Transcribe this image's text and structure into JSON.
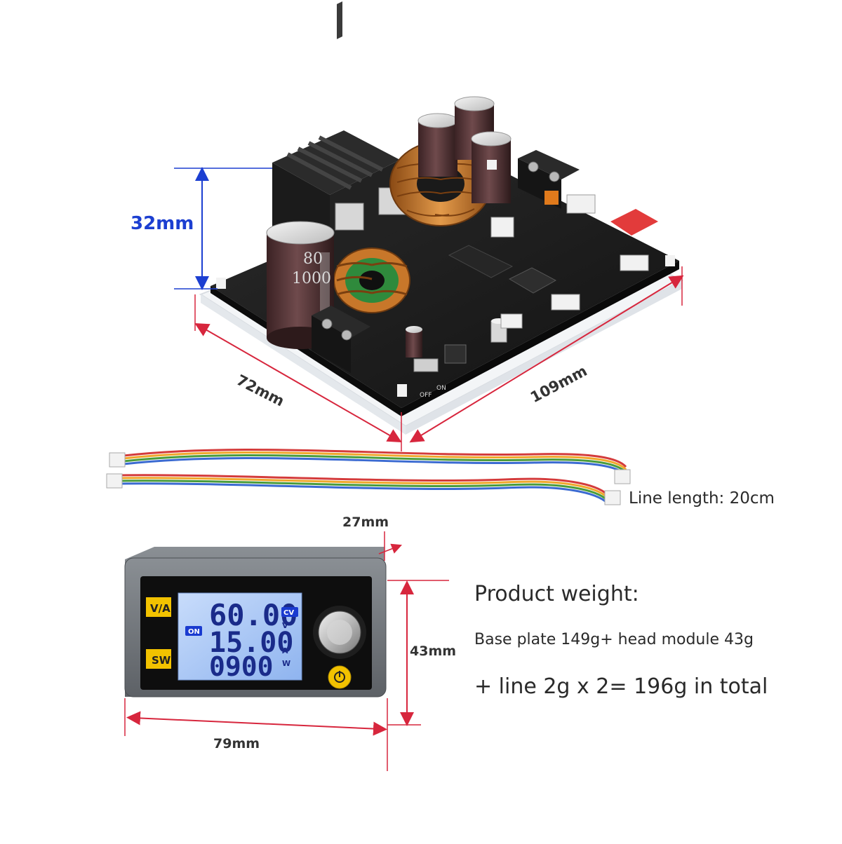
{
  "dimensions": {
    "height": "32mm",
    "width": "72mm",
    "length": "109mm",
    "module_depth": "27mm",
    "module_height": "43mm",
    "module_width": "79mm"
  },
  "board": {
    "capacitor_large": [
      "80",
      "1000"
    ],
    "switch_labels": [
      "OFF",
      "ON"
    ]
  },
  "cable": {
    "label": "Line length: 20cm"
  },
  "module": {
    "btn_va": "V/A",
    "btn_sw": "SW",
    "on_badge": "ON",
    "cv_badge": "CV",
    "readout_voltage": "60.00",
    "readout_current": "15.00",
    "readout_power": "0900",
    "unit_v": "V",
    "unit_a": "A",
    "unit_w": "W"
  },
  "weight": {
    "title": "Product weight:",
    "line1": "Base plate 149g+ head module 43g",
    "line2": "+ line 2g x 2= 196g in total"
  },
  "colors": {
    "dimension_blue": "#1c3fd1",
    "dimension_red": "#d7263d",
    "pcb": "#1e1e1e",
    "copper": "#c8772a",
    "lcd_blue": "#aac8f5",
    "button_yellow": "#f2c200"
  }
}
